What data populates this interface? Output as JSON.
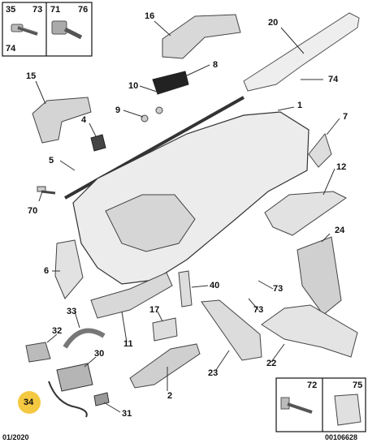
{
  "labels": {
    "p35": "35",
    "p73a": "73",
    "p71": "71",
    "p76": "76",
    "p74a": "74",
    "p16": "16",
    "p20": "20",
    "p8": "8",
    "p15": "15",
    "p10": "10",
    "p74b": "74",
    "p9": "9",
    "p1": "1",
    "p7": "7",
    "p4": "4",
    "p5": "5",
    "p12": "12",
    "p70": "70",
    "p24": "24",
    "p6": "6",
    "p40": "40",
    "p73b": "73",
    "p33": "33",
    "p17": "17",
    "p73c": "73",
    "p32": "32",
    "p11": "11",
    "p30": "30",
    "p22": "22",
    "p23": "23",
    "p2": "2",
    "p34": "34",
    "p31": "31",
    "p72": "72",
    "p75": "75"
  },
  "footer": {
    "date": "01/2020",
    "reference": "00106628"
  },
  "highlight": {
    "label": "34",
    "color": "#f5c842"
  }
}
